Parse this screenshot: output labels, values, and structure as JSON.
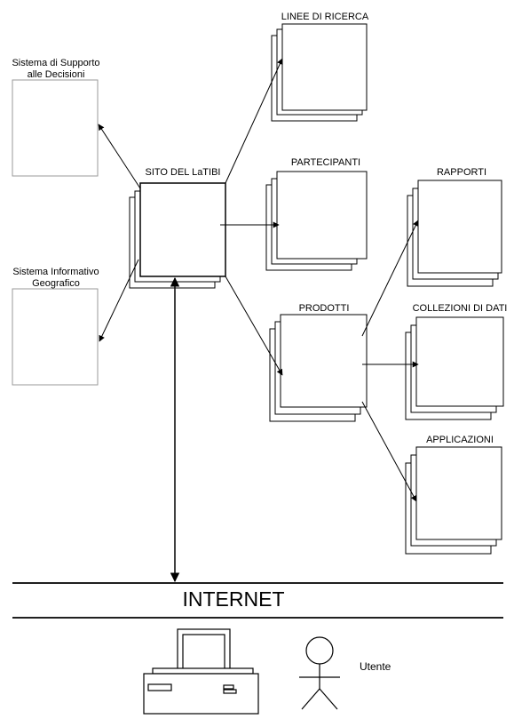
{
  "labels": {
    "dss": [
      "Sistema di Supporto",
      "alle Decisioni"
    ],
    "gis": [
      "Sistema Informativo",
      "Geografico"
    ],
    "site": "SITO DEL LaTIBI",
    "research_lines": "LINEE DI RICERCA",
    "participants": "PARTECIPANTI",
    "products": "PRODOTTI",
    "reports": "RAPPORTI",
    "data_collections": "COLLEZIONI DI DATI",
    "applications": "APPLICAZIONI",
    "internet": "INTERNET",
    "user": "Utente"
  },
  "colors": {
    "stroke": "#000000",
    "external_box_stroke": "#9a9a9a",
    "background": "#ffffff"
  }
}
